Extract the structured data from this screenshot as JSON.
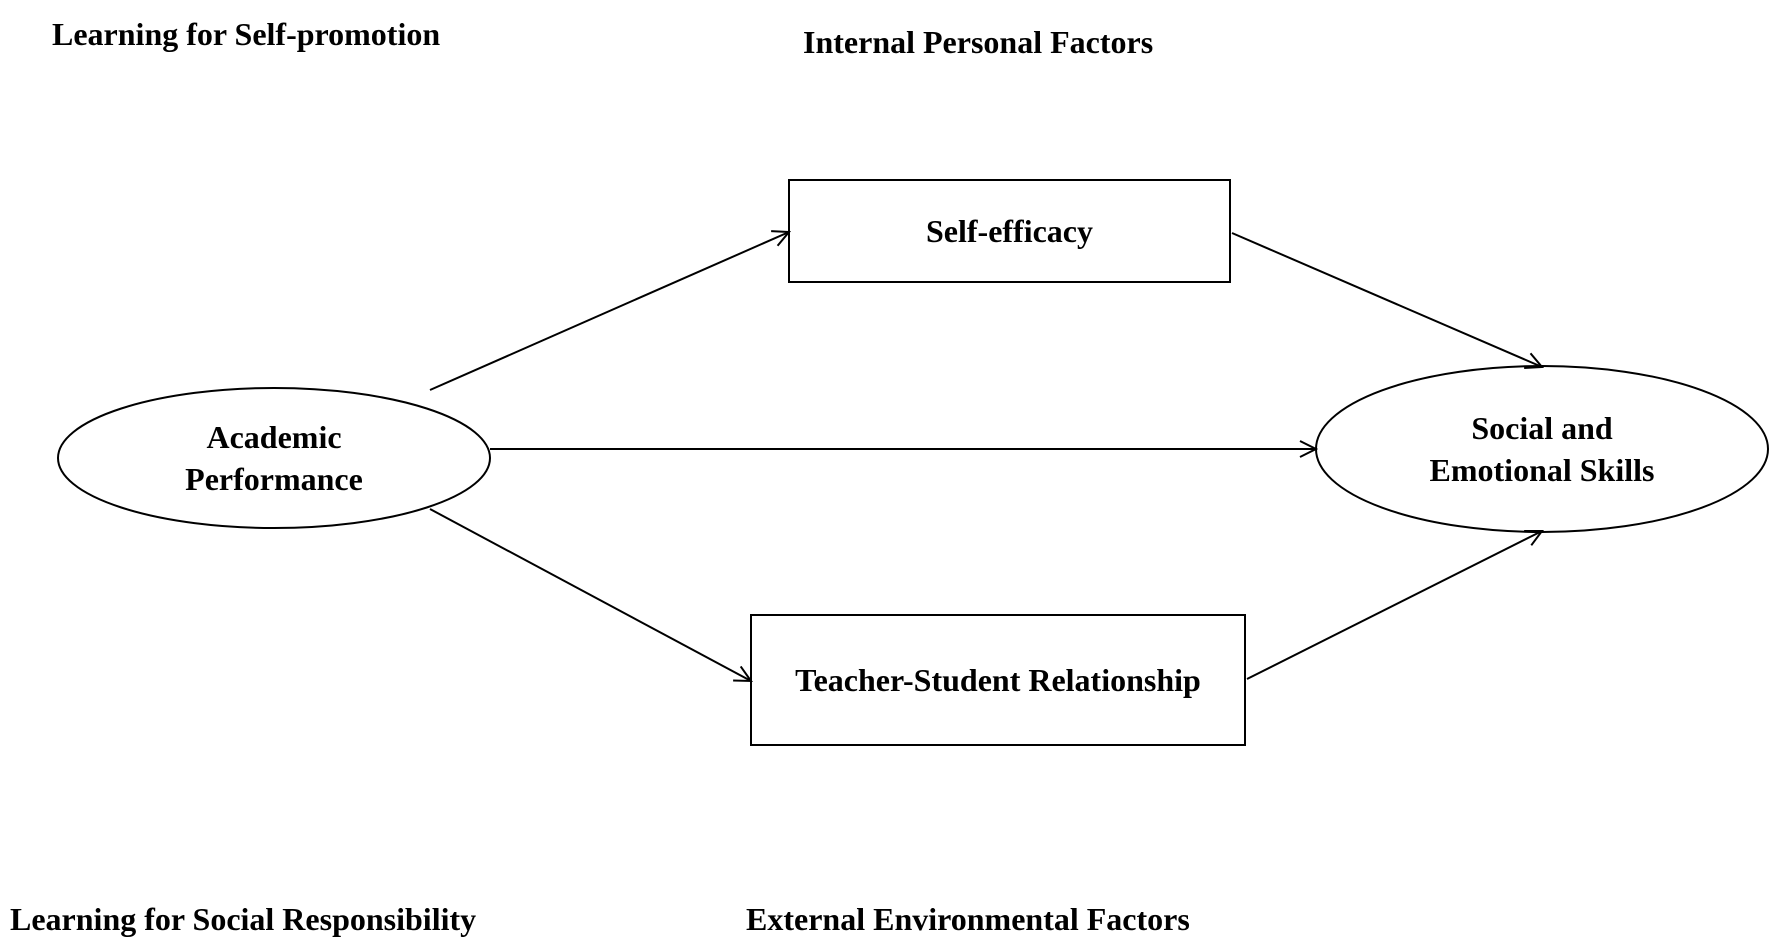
{
  "labels": {
    "top_left": "Learning for Self-promotion",
    "top_center": "Internal Personal Factors",
    "bottom_left": "Learning for Social Responsibility",
    "bottom_center": "External Environmental Factors"
  },
  "nodes": {
    "academic_performance": {
      "line1": "Academic",
      "line2": "Performance"
    },
    "self_efficacy": {
      "text": "Self-efficacy"
    },
    "teacher_student": {
      "text": "Teacher-Student Relationship"
    },
    "social_emotional": {
      "line1": "Social and",
      "line2": "Emotional Skills"
    }
  },
  "colors": {
    "stroke": "#000000",
    "background": "#ffffff"
  }
}
